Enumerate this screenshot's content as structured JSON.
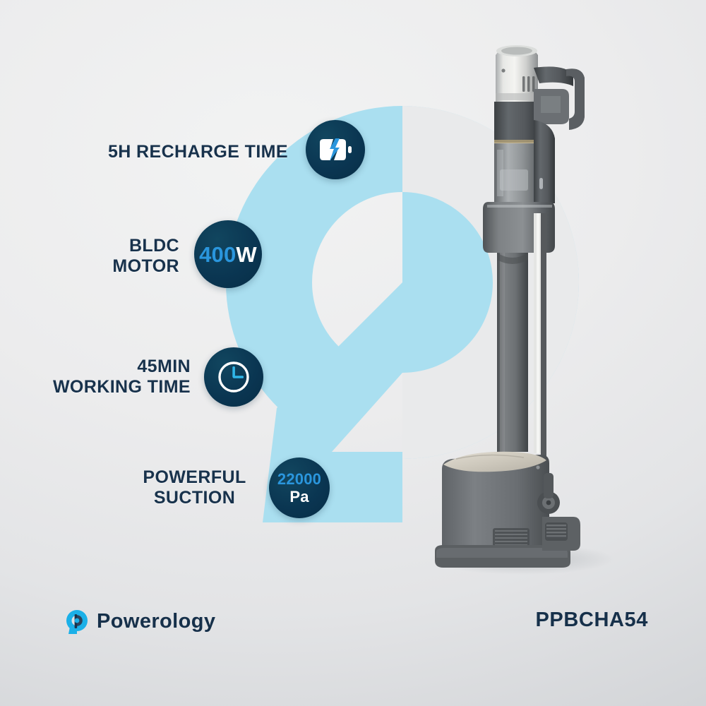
{
  "page": {
    "background_color": "#ececed",
    "accent_blue": "#2a96dd",
    "badge_navy": "#0b3a54",
    "text_navy": "#16304a",
    "watermark_blue": "#aadff0"
  },
  "watermark": {
    "name": "powerology-p-logomark",
    "color": "#aadff0"
  },
  "features": [
    {
      "id": "recharge-time",
      "label": "5H RECHARGE TIME",
      "badge_type": "icon",
      "icon": "battery-charging-icon",
      "badge_lines": []
    },
    {
      "id": "bldc-motor",
      "label": "BLDC MOTOR",
      "badge_type": "text",
      "icon": "",
      "badge_lines": [
        "400",
        "W"
      ]
    },
    {
      "id": "working-time",
      "label": "45MIN\nWORKING TIME",
      "badge_type": "icon",
      "icon": "clock-icon",
      "badge_lines": []
    },
    {
      "id": "powerful-suction",
      "label": "POWERFUL\nSUCTION",
      "badge_type": "text",
      "icon": "",
      "badge_lines": [
        "22000",
        "Pa"
      ]
    }
  ],
  "footer": {
    "brand_name": "Powerology",
    "brand_logo_icon": "powerology-logo-icon",
    "model_code": "PPBCHA54"
  },
  "product": {
    "name": "cordless-stick-vacuum-with-dock",
    "body_color": "#6f7275",
    "top_color": "#c9cac4",
    "accent_color": "#4c5053"
  }
}
